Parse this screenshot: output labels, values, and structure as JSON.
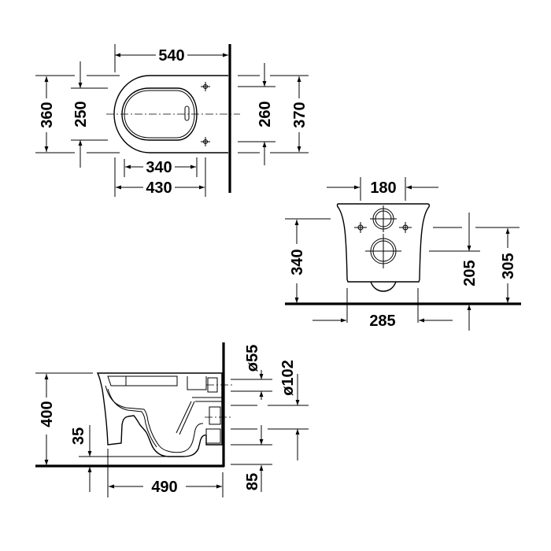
{
  "drawing": {
    "title": "Wall-mounted toilet dimension drawing",
    "units": "mm",
    "line_color": "#000000",
    "background": "#ffffff"
  },
  "top_view": {
    "overall_length": "540",
    "overall_width": "360",
    "bowl_opening_width": "250",
    "fixing_width_inner": "260",
    "fixing_width_outer": "370",
    "bowl_opening_length": "340",
    "fixing_depth": "430"
  },
  "rear_view": {
    "fixing_spacing": "180",
    "height_to_top": "340",
    "bottom_width": "285",
    "outlet_height": "205",
    "fixing_height": "305"
  },
  "side_view": {
    "seat_height": "400",
    "rim_clearance": "35",
    "projection": "490",
    "inlet_diameter": "ø55",
    "outlet_diameter": "ø102",
    "outlet_offset": "85"
  }
}
